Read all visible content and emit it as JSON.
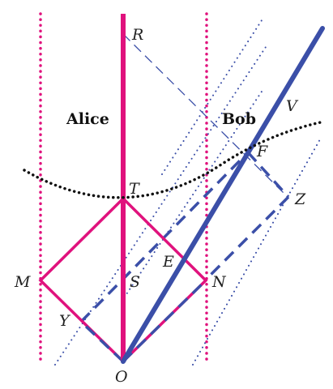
{
  "colors": {
    "magenta": "#e0127d",
    "blue": "#3b4fa8",
    "black": "#111111"
  },
  "labels": {
    "alice": "Alice",
    "bob": "Bob",
    "R": "R",
    "V": "V",
    "F": "F",
    "Z": "Z",
    "T": "T",
    "E": "E",
    "M": "M",
    "S": "S",
    "N": "N",
    "Y": "Y",
    "O": "O"
  }
}
